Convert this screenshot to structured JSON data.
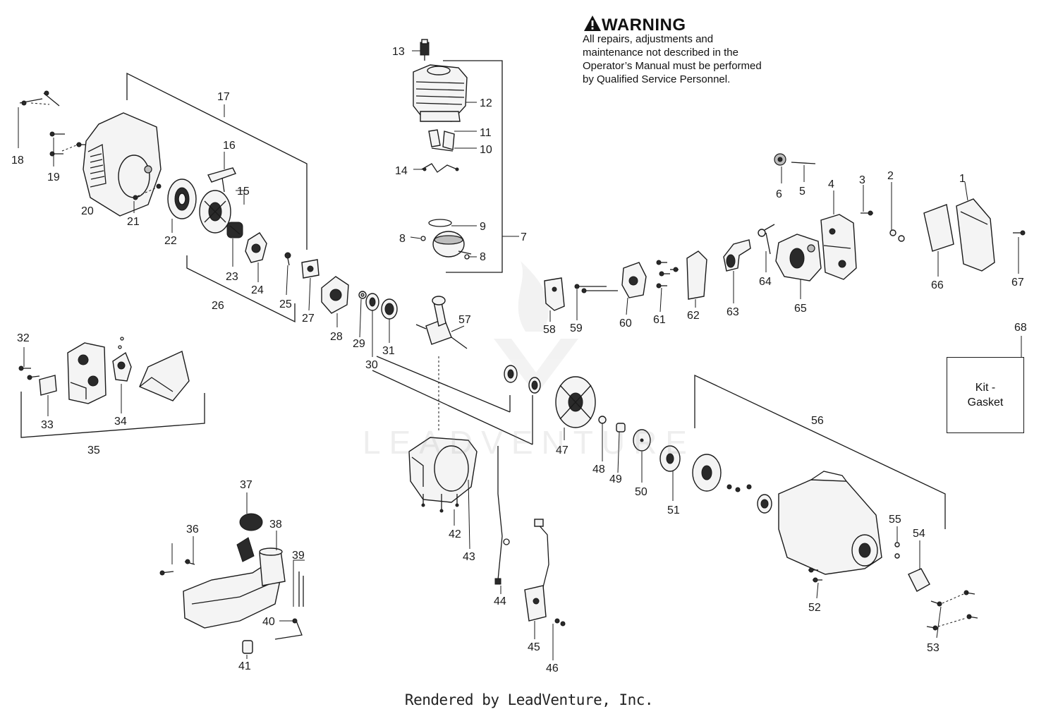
{
  "warning": {
    "title": "WARNING",
    "text": "All repairs, adjustments and maintenance not described in the Operator’s Manual must be performed by Qualified Service Personnel."
  },
  "kit_box": {
    "label": "Kit -\nGasket"
  },
  "footer": {
    "text": "Rendered by LeadVenture, Inc."
  },
  "watermark": {
    "text": "LEADVENTURE"
  },
  "callouts": [
    "1",
    "2",
    "3",
    "4",
    "5",
    "6",
    "7",
    "8",
    "8",
    "9",
    "10",
    "11",
    "12",
    "13",
    "14",
    "15",
    "16",
    "17",
    "18",
    "19",
    "20",
    "21",
    "22",
    "23",
    "24",
    "25",
    "26",
    "27",
    "28",
    "29",
    "30",
    "31",
    "32",
    "33",
    "34",
    "35",
    "36",
    "37",
    "38",
    "39",
    "40",
    "41",
    "42",
    "43",
    "44",
    "45",
    "46",
    "47",
    "48",
    "49",
    "50",
    "51",
    "52",
    "53",
    "54",
    "55",
    "56",
    "57",
    "58",
    "59",
    "60",
    "61",
    "62",
    "63",
    "64",
    "65",
    "66",
    "67",
    "68"
  ],
  "colors": {
    "ink": "#1a1a1a",
    "background": "#ffffff"
  },
  "icons": {
    "warning": "warning-triangle-icon"
  }
}
